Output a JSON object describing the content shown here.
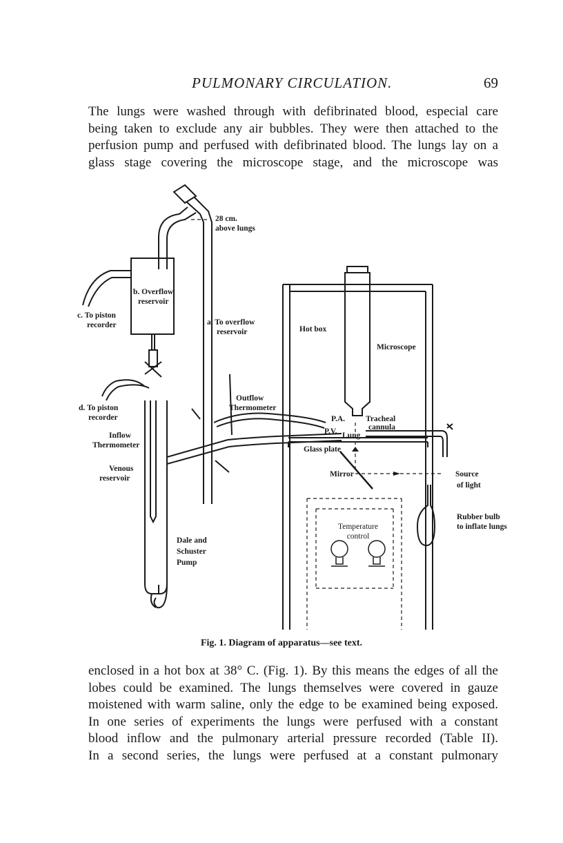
{
  "header": {
    "running_title": "PULMONARY CIRCULATION.",
    "page_number": "69"
  },
  "paragraph_top": [
    "The lungs were washed through with defibrinated blood, especial care",
    "being taken to exclude any air bubbles. They were then attached to the",
    "perfusion pump and perfused with defibrinated blood. The lungs lay on a",
    "glass stage covering the microscope stage, and the microscope was"
  ],
  "figure": {
    "labels": {
      "height_28cm": "28 cm.",
      "above_lungs": "above lungs",
      "overflow_reservoir_1": "b. Overflow",
      "overflow_reservoir_2": "reservoir",
      "to_piston_c_1": "c. To piston",
      "to_piston_c_2": "recorder",
      "to_overflow_1": "a. To overflow",
      "to_overflow_2": "reservoir",
      "hot_box": "Hot box",
      "microscope": "Microscope",
      "to_piston_d_1": "d. To piston",
      "to_piston_d_2": "recorder",
      "outflow_1": "Outflow",
      "outflow_2": "Thermometer",
      "pa": "P.A.",
      "pv": "P.V.",
      "lung": "Lung",
      "tracheal_1": "Tracheal",
      "tracheal_2": "cannula",
      "inflow_1": "Inflow",
      "inflow_2": "Thermometer",
      "glass_plate": "Glass plate",
      "venous_1": "Venous",
      "venous_2": "reservoir",
      "mirror": "Mirror",
      "source_1": "Source",
      "source_2": "of light",
      "rubber_bulb_1": "Rubber bulb",
      "rubber_bulb_2": "to inflate lungs",
      "temperature_1": "Temperature",
      "temperature_2": "control",
      "pump_1": "Dale and",
      "pump_2": "Schuster",
      "pump_3": "Pump"
    },
    "caption": "Fig. 1. Diagram of apparatus—see text."
  },
  "paragraph_bottom": [
    "enclosed in a hot box at 38° C. (Fig. 1). By this means the edges of all the",
    "lobes could be examined. The lungs themselves were covered in gauze",
    "moistened with warm saline, only the edge to be examined being exposed.",
    "In one series of experiments the lungs were perfused with a constant",
    "blood inflow and the pulmonary arterial pressure recorded (Table II).",
    "In a second series, the lungs were perfused at a constant pulmonary"
  ]
}
